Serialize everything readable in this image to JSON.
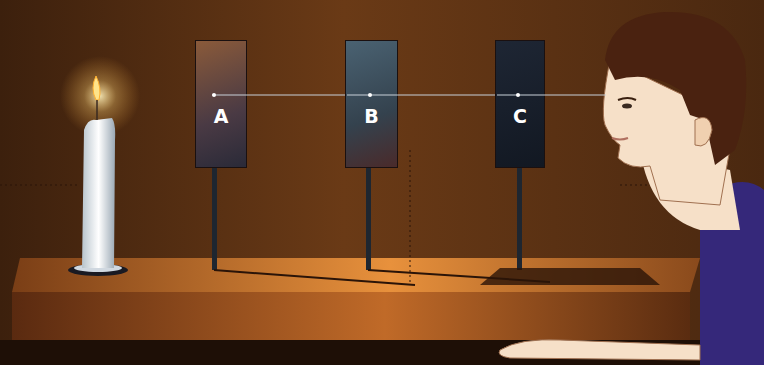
{
  "diagram": {
    "nodes": [
      {
        "text": [
          "A"
        ]
      },
      {
        "text": [
          "B"
        ]
      },
      {
        "text": [
          "C"
        ]
      }
    ],
    "edges": [
      {
        "from": 0,
        "to": 1,
        "arrow": "none"
      },
      {
        "from": 1,
        "to": 2,
        "arrow": "none"
      }
    ]
  }
}
